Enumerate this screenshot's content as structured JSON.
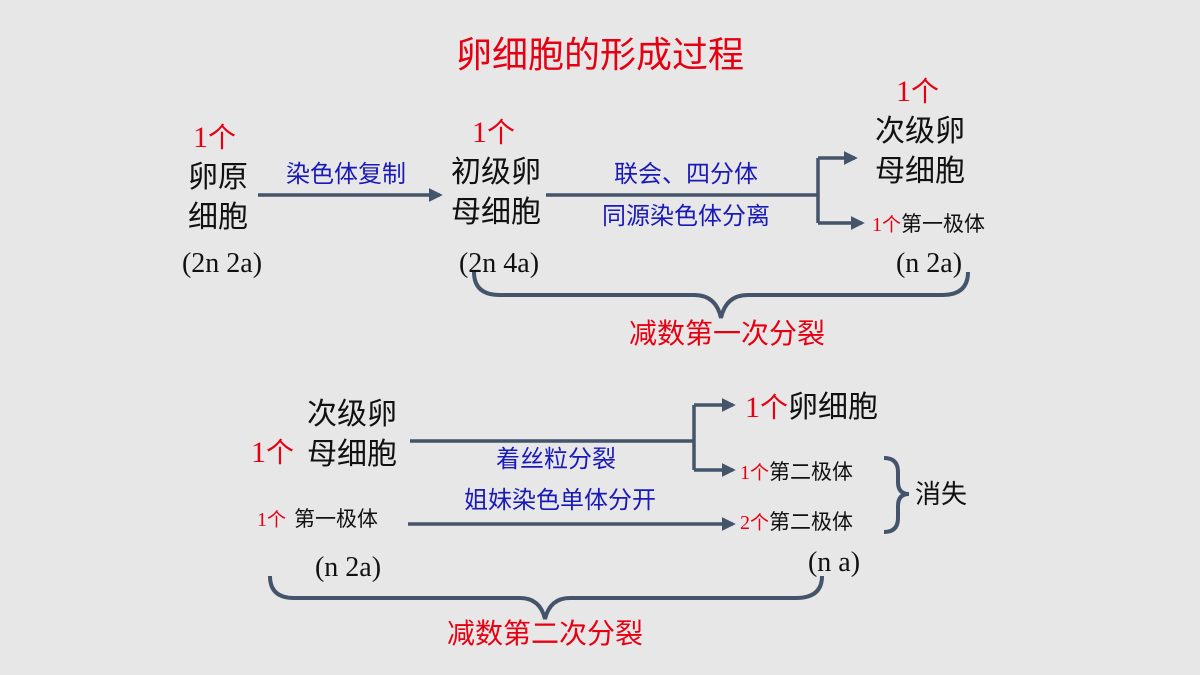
{
  "title": "卵细胞的形成过程",
  "top": {
    "oogonium": {
      "count_num": "1",
      "count_unit": "个",
      "line1": "卵原",
      "line2": "细胞",
      "ploidy": "(2n 2a)"
    },
    "primary_oocyte": {
      "count_num": "1",
      "count_unit": "个",
      "line1": "初级卵",
      "line2": "母细胞",
      "ploidy": "(2n 4a)"
    },
    "arrow1_label": "染色体复制",
    "arrow2_label_1": "联会、四分体",
    "arrow2_label_2": "同源染色体分离",
    "secondary_oocyte": {
      "count_num": "1",
      "count_unit": "个",
      "line1": "次级卵",
      "line2": "母细胞"
    },
    "polar_body": {
      "count_num": "1",
      "count_unit": "个",
      "label": "第一极体"
    },
    "output_ploidy": "(n 2a)",
    "stage_label": "减数第一次分裂"
  },
  "bottom": {
    "secondary_oocyte": {
      "count_num": "1",
      "count_unit": "个",
      "line1": "次级卵",
      "line2": "母细胞"
    },
    "first_polar_body": {
      "count_num": "1",
      "count_unit": "个",
      "label": "第一极体"
    },
    "input_ploidy": "(n 2a)",
    "arrow_label_1": "着丝粒分裂",
    "arrow_label_2": "姐妹染色单体分开",
    "egg": {
      "count_num": "1",
      "count_unit": "个",
      "label": "卵细胞"
    },
    "second_polar_a": {
      "count_num": "1",
      "count_unit": "个",
      "label": "第二极体"
    },
    "second_polar_b": {
      "count_num": "2",
      "count_unit": "个",
      "label": "第二极体"
    },
    "disappear": "消失",
    "output_ploidy": "(n a)",
    "stage_label": "减数第二次分裂"
  }
}
